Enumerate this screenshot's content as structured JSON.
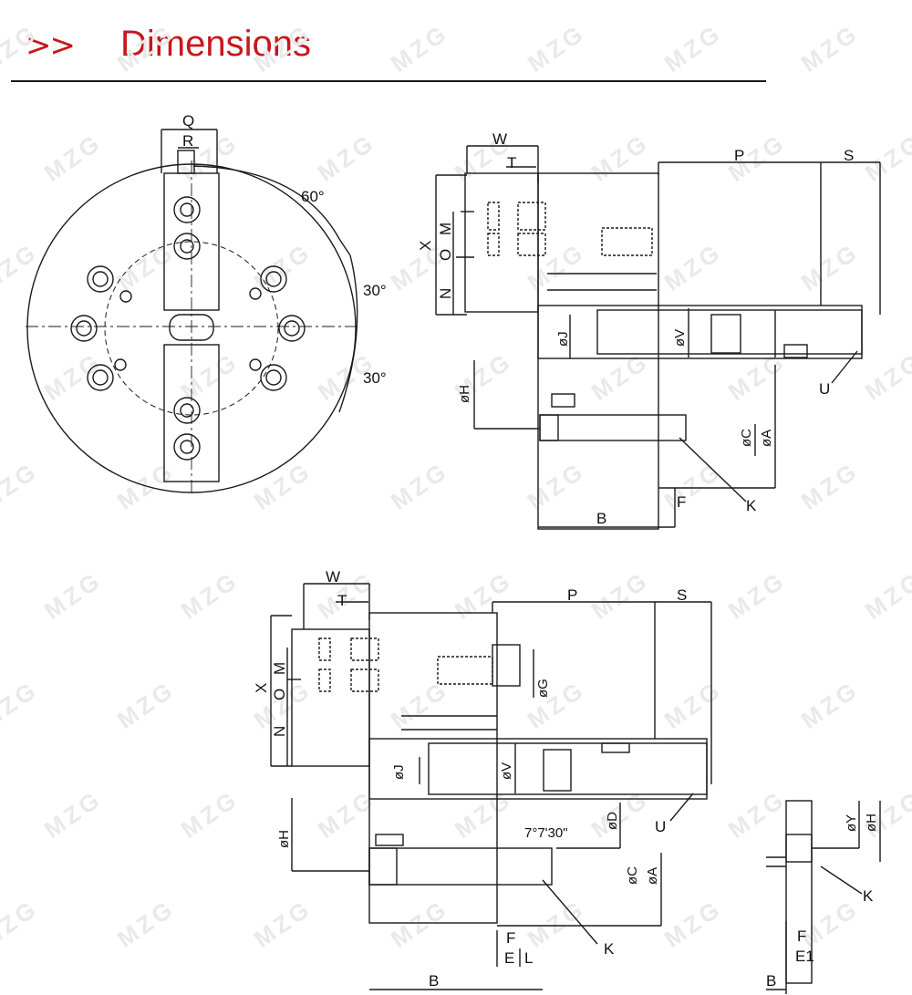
{
  "header": {
    "chevrons": ">>",
    "title": "Dimensions"
  },
  "watermark": "MZG",
  "colors": {
    "accent": "#c8171e",
    "line": "#1a1a1a",
    "watermark": "#e9e9e9"
  },
  "front_view": {
    "labels": {
      "q": "Q",
      "r": "R",
      "a60": "60°",
      "a30a": "30°",
      "a30b": "30°"
    }
  },
  "side_view_top": {
    "labels": {
      "w": "W",
      "t": "T",
      "p": "P",
      "s": "S",
      "x": "X",
      "m": "M",
      "o": "O",
      "n": "N",
      "j": "øJ",
      "v": "øV",
      "h": "øH",
      "c": "øC",
      "a": "øA",
      "u": "U",
      "k": "K",
      "f": "F",
      "b": "B"
    }
  },
  "side_view_bottom": {
    "labels": {
      "w": "W",
      "t": "T",
      "p": "P",
      "s": "S",
      "x": "X",
      "m": "M",
      "o": "O",
      "n": "N",
      "g": "øG",
      "j": "øJ",
      "v": "øV",
      "h": "øH",
      "d": "øD",
      "angle": "7°7'30\"",
      "c": "øC",
      "a": "øA",
      "u": "U",
      "k": "K",
      "f": "F",
      "e": "E",
      "l": "L",
      "b": "B"
    }
  },
  "detail_view": {
    "labels": {
      "y": "øY",
      "h": "øH",
      "k": "K",
      "f": "F",
      "e1": "E1",
      "b": "B"
    }
  }
}
